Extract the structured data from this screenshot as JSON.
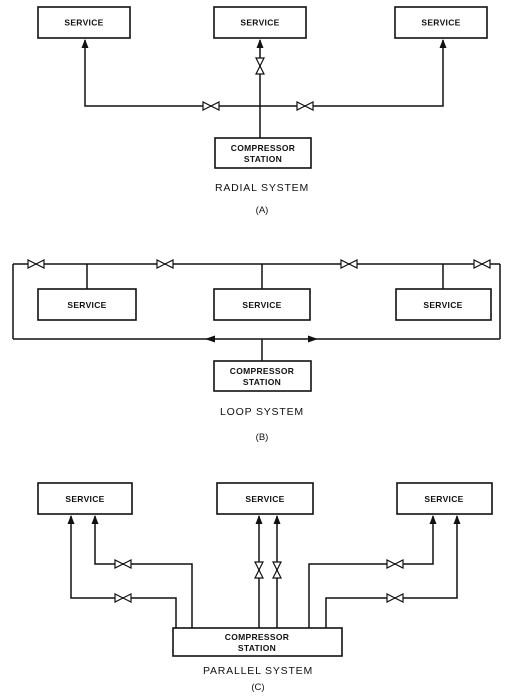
{
  "diagram_a": {
    "services": [
      "SERVICE",
      "SERVICE",
      "SERVICE"
    ],
    "station": [
      "COMPRESSOR",
      "STATION"
    ],
    "title": "RADIAL SYSTEM",
    "label": "(A)"
  },
  "diagram_b": {
    "services": [
      "SERVICE",
      "SERVICE",
      "SERVICE"
    ],
    "station": [
      "COMPRESSOR",
      "STATION"
    ],
    "title": "LOOP SYSTEM",
    "label": "(B)"
  },
  "diagram_c": {
    "services": [
      "SERVICE",
      "SERVICE",
      "SERVICE"
    ],
    "station": [
      "COMPRESSOR",
      "STATION"
    ],
    "title": "PARALLEL SYSTEM",
    "label": "(C)"
  }
}
